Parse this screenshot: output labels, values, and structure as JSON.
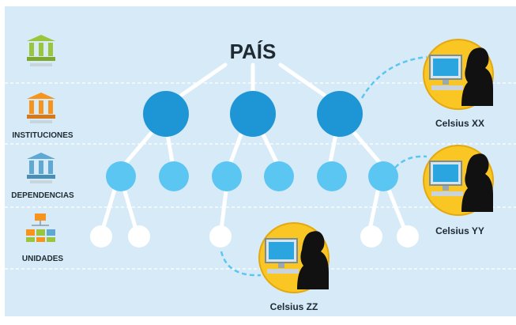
{
  "diagram": {
    "top_label": "PAÍS",
    "levels": [
      {
        "label": "",
        "icon": "building-icon",
        "color": "#9bc53d"
      },
      {
        "label": "INSTITUCIONES",
        "icon": "building-icon",
        "color": "#f7941d"
      },
      {
        "label": "DEPENDENCIAS",
        "icon": "building-icon",
        "color": "#5fa8d3"
      },
      {
        "label": "UNIDADES",
        "icon": "org-chart-icon",
        "color": "#f7941d"
      }
    ],
    "users": [
      {
        "label": "Celsius XX",
        "icon": "computer-user-icon"
      },
      {
        "label": "Celsius YY",
        "icon": "computer-user-icon"
      },
      {
        "label": "Celsius ZZ",
        "icon": "computer-user-icon"
      }
    ],
    "colors": {
      "background": "#d6ebf7",
      "institution_node": "#1e96d6",
      "dependency_node": "#5cc6f2",
      "unit_node": "#ffffff",
      "user_badge": "#f9c623",
      "connector": "#5cc6f2"
    }
  }
}
